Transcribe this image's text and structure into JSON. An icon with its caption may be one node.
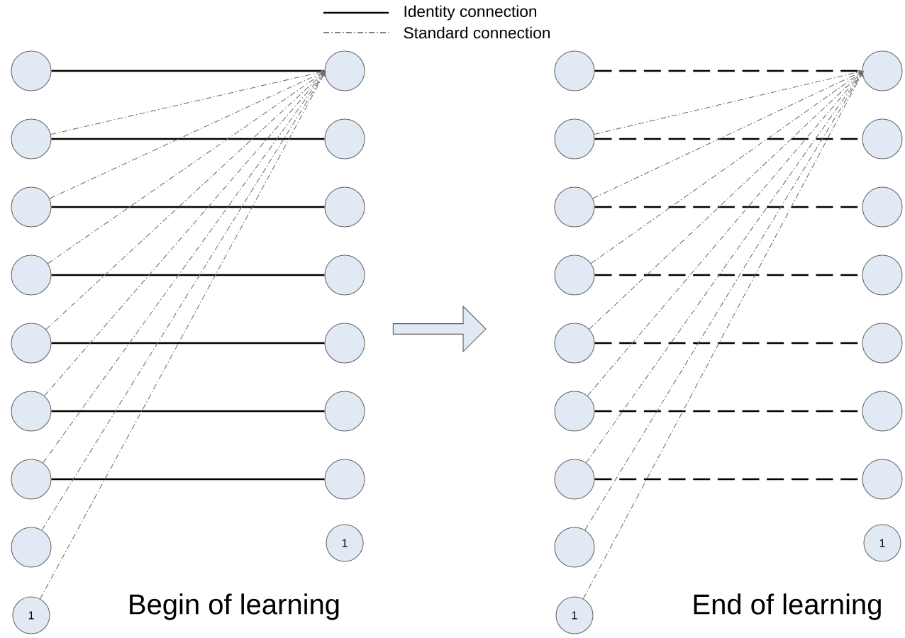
{
  "diagram": {
    "nodes": [
      {
        "text": [],
        "shape": "circle"
      },
      {
        "text": [],
        "shape": "circle"
      },
      {
        "text": [],
        "shape": "circle"
      },
      {
        "text": [],
        "shape": "circle"
      },
      {
        "text": [],
        "shape": "circle"
      },
      {
        "text": [],
        "shape": "circle"
      },
      {
        "text": [],
        "shape": "circle"
      },
      {
        "text": [],
        "shape": "circle"
      },
      {
        "text": [
          "1"
        ]
      },
      {
        "text": [],
        "shape": "circle"
      },
      {
        "text": [],
        "shape": "circle"
      },
      {
        "text": [],
        "shape": "circle"
      },
      {
        "text": [],
        "shape": "circle"
      },
      {
        "text": [],
        "shape": "circle"
      },
      {
        "text": [],
        "shape": "circle"
      },
      {
        "text": [],
        "shape": "circle"
      },
      {
        "text": [
          "1"
        ]
      },
      {
        "text": [],
        "shape": "circle"
      },
      {
        "text": [],
        "shape": "circle"
      },
      {
        "text": [],
        "shape": "circle"
      },
      {
        "text": [],
        "shape": "circle"
      },
      {
        "text": [],
        "shape": "circle"
      },
      {
        "text": [],
        "shape": "circle"
      },
      {
        "text": [],
        "shape": "circle"
      },
      {
        "text": [],
        "shape": "circle"
      },
      {
        "text": [
          "1"
        ]
      },
      {
        "text": [],
        "shape": "circle"
      },
      {
        "text": [],
        "shape": "circle"
      },
      {
        "text": [],
        "shape": "circle"
      },
      {
        "text": [],
        "shape": "circle"
      },
      {
        "text": [],
        "shape": "circle"
      },
      {
        "text": [],
        "shape": "circle"
      },
      {
        "text": [],
        "shape": "circle"
      },
      {
        "text": [
          "1"
        ]
      }
    ],
    "edges": [
      {
        "from": 0,
        "to": 9,
        "arrow": "none",
        "color": "#000000"
      },
      {
        "from": 1,
        "to": 10,
        "arrow": "none",
        "color": "#000000"
      },
      {
        "from": 2,
        "to": 11,
        "arrow": "none",
        "color": "#000000"
      },
      {
        "from": 3,
        "to": 12,
        "arrow": "none",
        "color": "#000000"
      },
      {
        "from": 4,
        "to": 13,
        "arrow": "none",
        "color": "#000000"
      },
      {
        "from": 5,
        "to": 14,
        "arrow": "none",
        "color": "#000000"
      },
      {
        "from": 6,
        "to": 15,
        "arrow": "none",
        "color": "#000000"
      },
      {
        "from": 1,
        "to": 9,
        "arrow": "to",
        "style": "dashed",
        "color": "#707070"
      },
      {
        "from": 2,
        "to": 9,
        "arrow": "to",
        "style": "dashed",
        "color": "#707070"
      },
      {
        "from": 3,
        "to": 9,
        "arrow": "to",
        "style": "dashed",
        "color": "#707070"
      },
      {
        "from": 4,
        "to": 9,
        "arrow": "to",
        "style": "dashed",
        "color": "#707070"
      },
      {
        "from": 5,
        "to": 9,
        "arrow": "to",
        "style": "dashed",
        "color": "#707070"
      },
      {
        "from": 6,
        "to": 9,
        "arrow": "to",
        "style": "dashed",
        "color": "#707070"
      },
      {
        "from": 7,
        "to": 9,
        "arrow": "to",
        "style": "dashed",
        "color": "#707070"
      },
      {
        "from": 8,
        "to": 9,
        "arrow": "to",
        "style": "dashed",
        "color": "#707070"
      },
      {
        "from": 17,
        "to": 26,
        "arrow": "none",
        "style": "dashed",
        "color": "#000000"
      },
      {
        "from": 18,
        "to": 27,
        "arrow": "none",
        "style": "dashed",
        "color": "#000000"
      },
      {
        "from": 19,
        "to": 28,
        "arrow": "none",
        "style": "dashed",
        "color": "#000000"
      },
      {
        "from": 20,
        "to": 29,
        "arrow": "none",
        "style": "dashed",
        "color": "#000000"
      },
      {
        "from": 21,
        "to": 30,
        "arrow": "none",
        "style": "dashed",
        "color": "#000000"
      },
      {
        "from": 22,
        "to": 31,
        "arrow": "none",
        "style": "dashed",
        "color": "#000000"
      },
      {
        "from": 23,
        "to": 32,
        "arrow": "none",
        "style": "dashed",
        "color": "#000000"
      },
      {
        "from": 18,
        "to": 26,
        "arrow": "to",
        "style": "dashed",
        "color": "#707070"
      },
      {
        "from": 19,
        "to": 26,
        "arrow": "to",
        "style": "dashed",
        "color": "#707070"
      },
      {
        "from": 20,
        "to": 26,
        "arrow": "to",
        "style": "dashed",
        "color": "#707070"
      },
      {
        "from": 21,
        "to": 26,
        "arrow": "to",
        "style": "dashed",
        "color": "#707070"
      },
      {
        "from": 22,
        "to": 26,
        "arrow": "to",
        "style": "dashed",
        "color": "#707070"
      },
      {
        "from": 23,
        "to": 26,
        "arrow": "to",
        "style": "dashed",
        "color": "#707070"
      },
      {
        "from": 24,
        "to": 26,
        "arrow": "to",
        "style": "dashed",
        "color": "#707070"
      },
      {
        "from": 25,
        "to": 26,
        "arrow": "to",
        "style": "dashed",
        "color": "#707070"
      }
    ],
    "labels": [
      "Begin of learning",
      "End of learning"
    ],
    "legend": [
      {
        "text": "Identity connection"
      },
      {
        "text": "Standard connection"
      }
    ]
  }
}
